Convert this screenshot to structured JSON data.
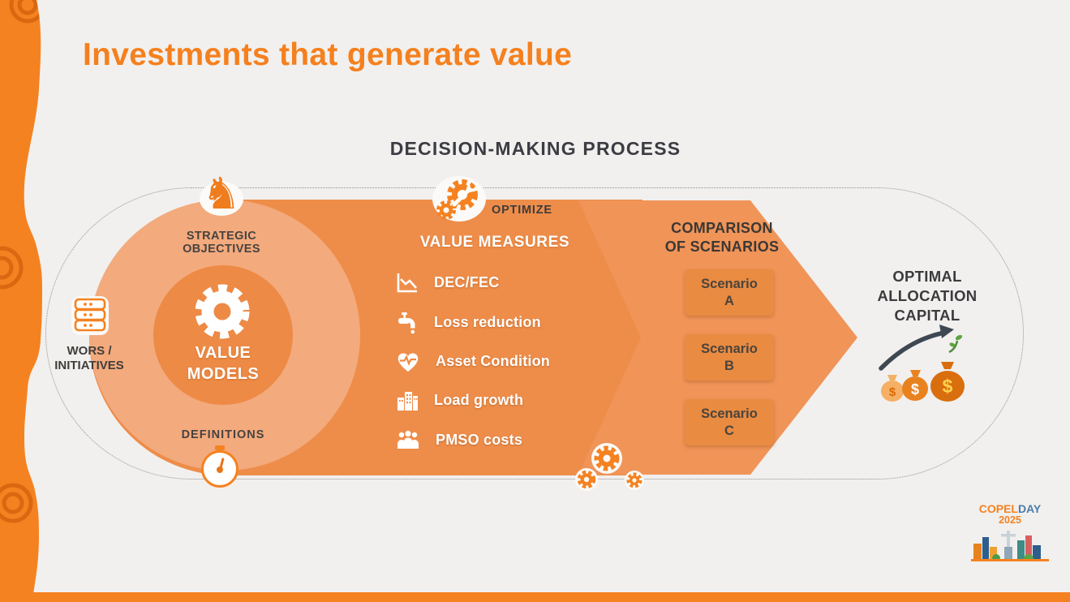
{
  "title": "Investments that generate value",
  "process_heading": "DECISION-MAKING PROCESS",
  "inputs": {
    "label": "WORS /\nINITIATIVES"
  },
  "models": {
    "strategic_label": "STRATEGIC\nOBJECTIVES",
    "center_label": "VALUE\nMODELS",
    "definitions_label": "DEFINITIONS"
  },
  "measures": {
    "optimize_label": "OPTIMIZE",
    "heading": "VALUE MEASURES",
    "items": [
      {
        "label": "DEC/FEC"
      },
      {
        "label": "Loss reduction"
      },
      {
        "label": "Asset Condition"
      },
      {
        "label": "Load growth"
      },
      {
        "label": "PMSO costs"
      }
    ]
  },
  "comparison": {
    "heading": "COMPARISON\nOF SCENARIOS",
    "scenarios": [
      {
        "label": "Scenario\nA"
      },
      {
        "label": "Scenario\nB"
      },
      {
        "label": "Scenario\nC"
      }
    ]
  },
  "output": {
    "label": "OPTIMAL\nALLOCATION\nCAPITAL",
    "currency": "$"
  },
  "logo": {
    "brand": "COPEL",
    "event": "DAY",
    "year": "2025"
  },
  "colors": {
    "accent_orange": "#F58220",
    "body_orange": "#EE8D4A",
    "light_orange": "#F3AA7D",
    "inner_orange": "#ED8A45",
    "scenario_orange": "#E98B41",
    "dark_text": "#3C3C43",
    "logo_blue": "#4C7CA8"
  }
}
